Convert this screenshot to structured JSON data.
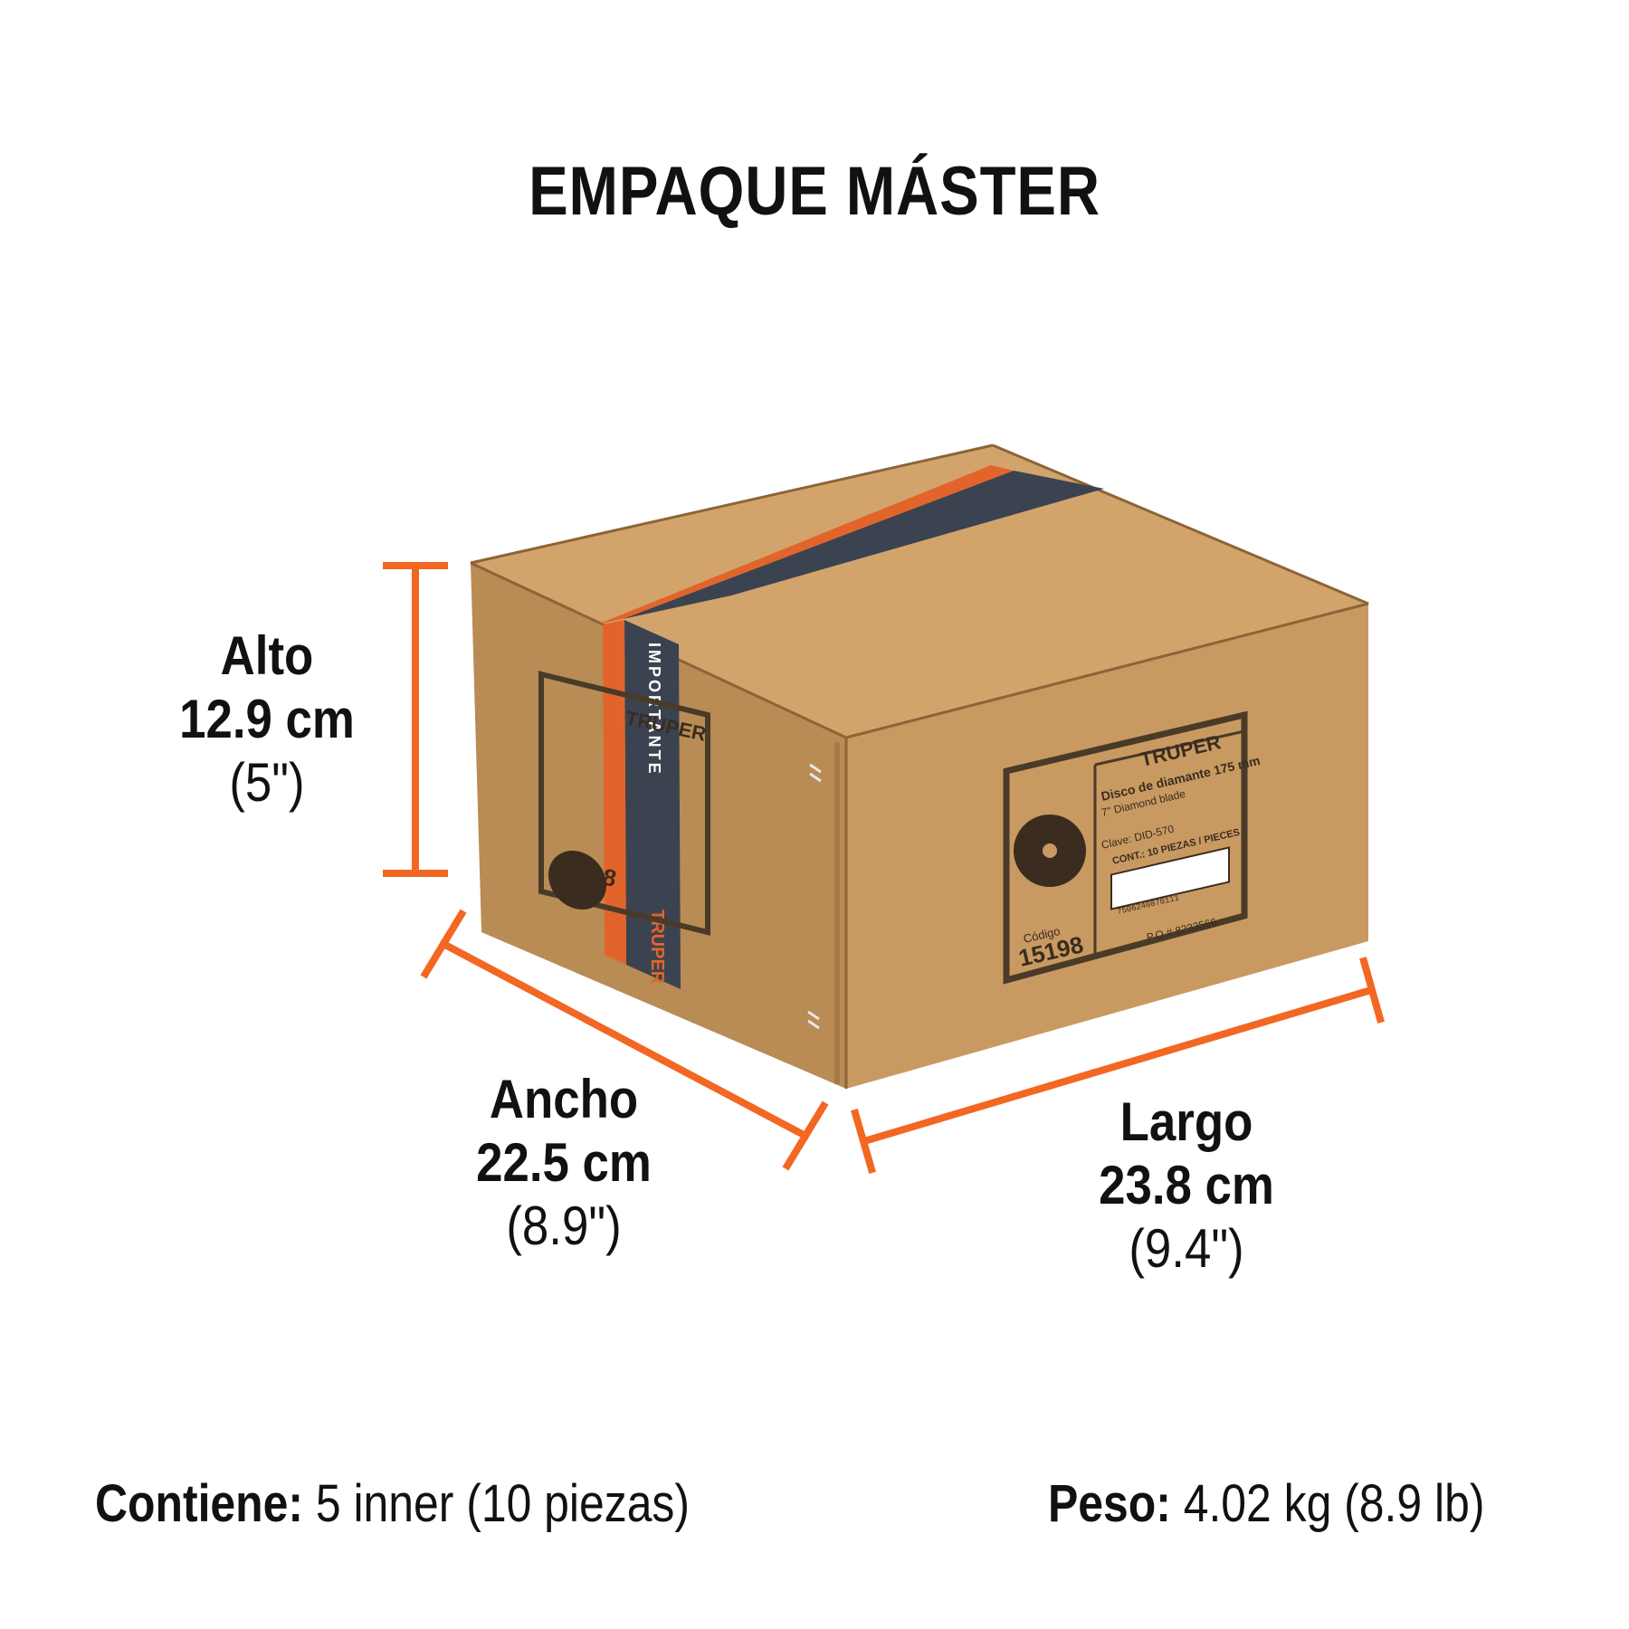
{
  "title": "EMPAQUE MÁSTER",
  "accent_color": "#f26722",
  "box_color": "#c89a62",
  "dimensions": {
    "alto": {
      "label": "Alto",
      "metric": "12.9 cm",
      "imperial": "(5\")"
    },
    "ancho": {
      "label": "Ancho",
      "metric": "22.5 cm",
      "imperial": "(8.9\")"
    },
    "largo": {
      "label": "Largo",
      "metric": "23.8 cm",
      "imperial": "(9.4\")"
    }
  },
  "box_label": {
    "brand": "TRUPER",
    "product": "Disco de diamante 175 mm",
    "product_en": "7\" Diamond blade",
    "clave": "Clave: DID-570",
    "contents": "CONT.: 10 PIEZAS / PIECES",
    "codigo_label": "Código",
    "codigo": "15198",
    "barcode_number": "7506240870111",
    "po": "P.O.#  8233566",
    "tape_text": "IMPORTANTE"
  },
  "footer": {
    "contiene_label": "Contiene:",
    "contiene_value": "5 inner (10 piezas)",
    "peso_label": "Peso:",
    "peso_value": "4.02 kg (8.9 lb)"
  }
}
